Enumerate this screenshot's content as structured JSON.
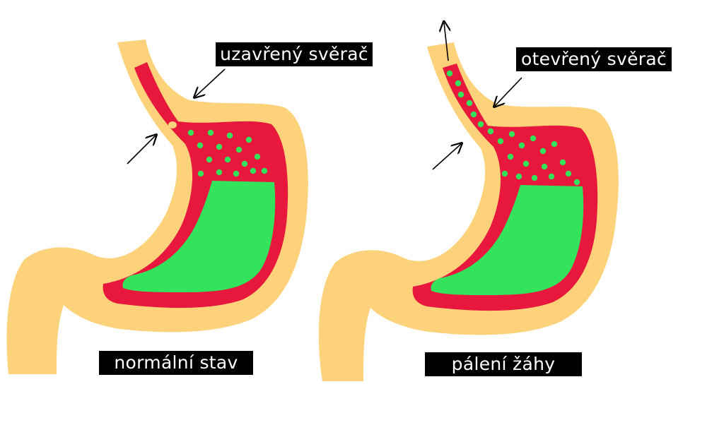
{
  "labels": {
    "closed_sphincter": "uzavřený svěrač",
    "open_sphincter": "otevřený svěrač",
    "normal_state": "normální stav",
    "heartburn": "pálení žáhy"
  },
  "colors": {
    "wall": "#fdd27a",
    "lining": "#e8173e",
    "contents": "#33e35c",
    "bubbles": "#33e35c",
    "arrow": "#000000",
    "label_bg": "#000000",
    "label_text": "#ffffff"
  },
  "panels": [
    {
      "id": "normal",
      "sphincter": "closed"
    },
    {
      "id": "heartburn",
      "sphincter": "open"
    }
  ]
}
